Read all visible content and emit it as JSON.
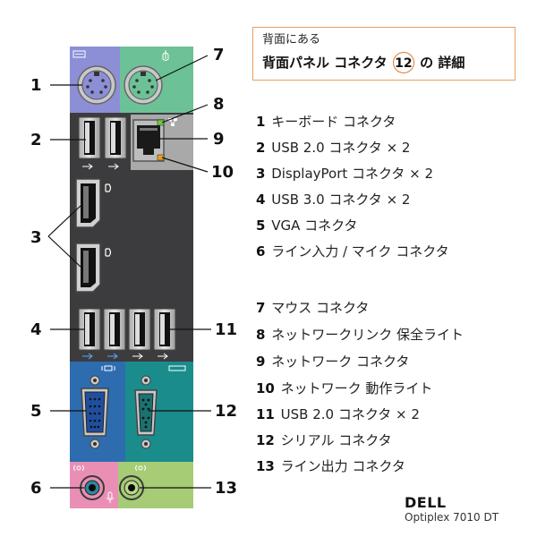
{
  "header": {
    "subtitle": "背面にある",
    "title_before": "背面パネル コネクタ",
    "title_number": "12",
    "title_after": "の 詳細"
  },
  "callouts": {
    "c1": "1",
    "c2": "2",
    "c3": "3",
    "c4": "4",
    "c5": "5",
    "c6": "6",
    "c7": "7",
    "c8": "8",
    "c9": "9",
    "c10": "10",
    "c11": "11",
    "c12": "12",
    "c13": "13"
  },
  "legend": [
    {
      "num": "1",
      "label": "キーボード コネクタ"
    },
    {
      "num": "2",
      "label": "USB 2.0 コネクタ × 2"
    },
    {
      "num": "3",
      "label": "DisplayPort コネクタ × 2"
    },
    {
      "num": "4",
      "label": "USB 3.0 コネクタ × 2"
    },
    {
      "num": "5",
      "label": "VGA コネクタ"
    },
    {
      "num": "6",
      "label": "ライン入力 / マイク コネクタ"
    },
    {
      "num": "7",
      "label": "マウス コネクタ"
    },
    {
      "num": "8",
      "label": "ネットワークリンク 保全ライト"
    },
    {
      "num": "9",
      "label": "ネットワーク コネクタ"
    },
    {
      "num": "10",
      "label": "ネットワーク 動作ライト"
    },
    {
      "num": "11",
      "label": "USB 2.0 コネクタ × 2"
    },
    {
      "num": "12",
      "label": "シリアル コネクタ"
    },
    {
      "num": "13",
      "label": "ライン出力 コネクタ"
    }
  ],
  "brand": {
    "logo": "DELL",
    "model": "Optiplex 7010 DT"
  },
  "colors": {
    "keyboard_zone": "#8c8fd6",
    "mouse_zone": "#6cc296",
    "panel": "#3c3c3e",
    "vga_zone": "#2e6cb0",
    "serial_zone": "#1a8c8c",
    "line_in_zone": "#e98fb6",
    "line_out_zone": "#a6cc76",
    "accent": "#e07a2a"
  },
  "icons": [
    "keyboard-icon",
    "mouse-icon",
    "usb-icon",
    "displayport-icon",
    "network-icon",
    "vga-icon",
    "serial-icon",
    "line-in-icon",
    "line-out-icon",
    "microphone-icon"
  ]
}
